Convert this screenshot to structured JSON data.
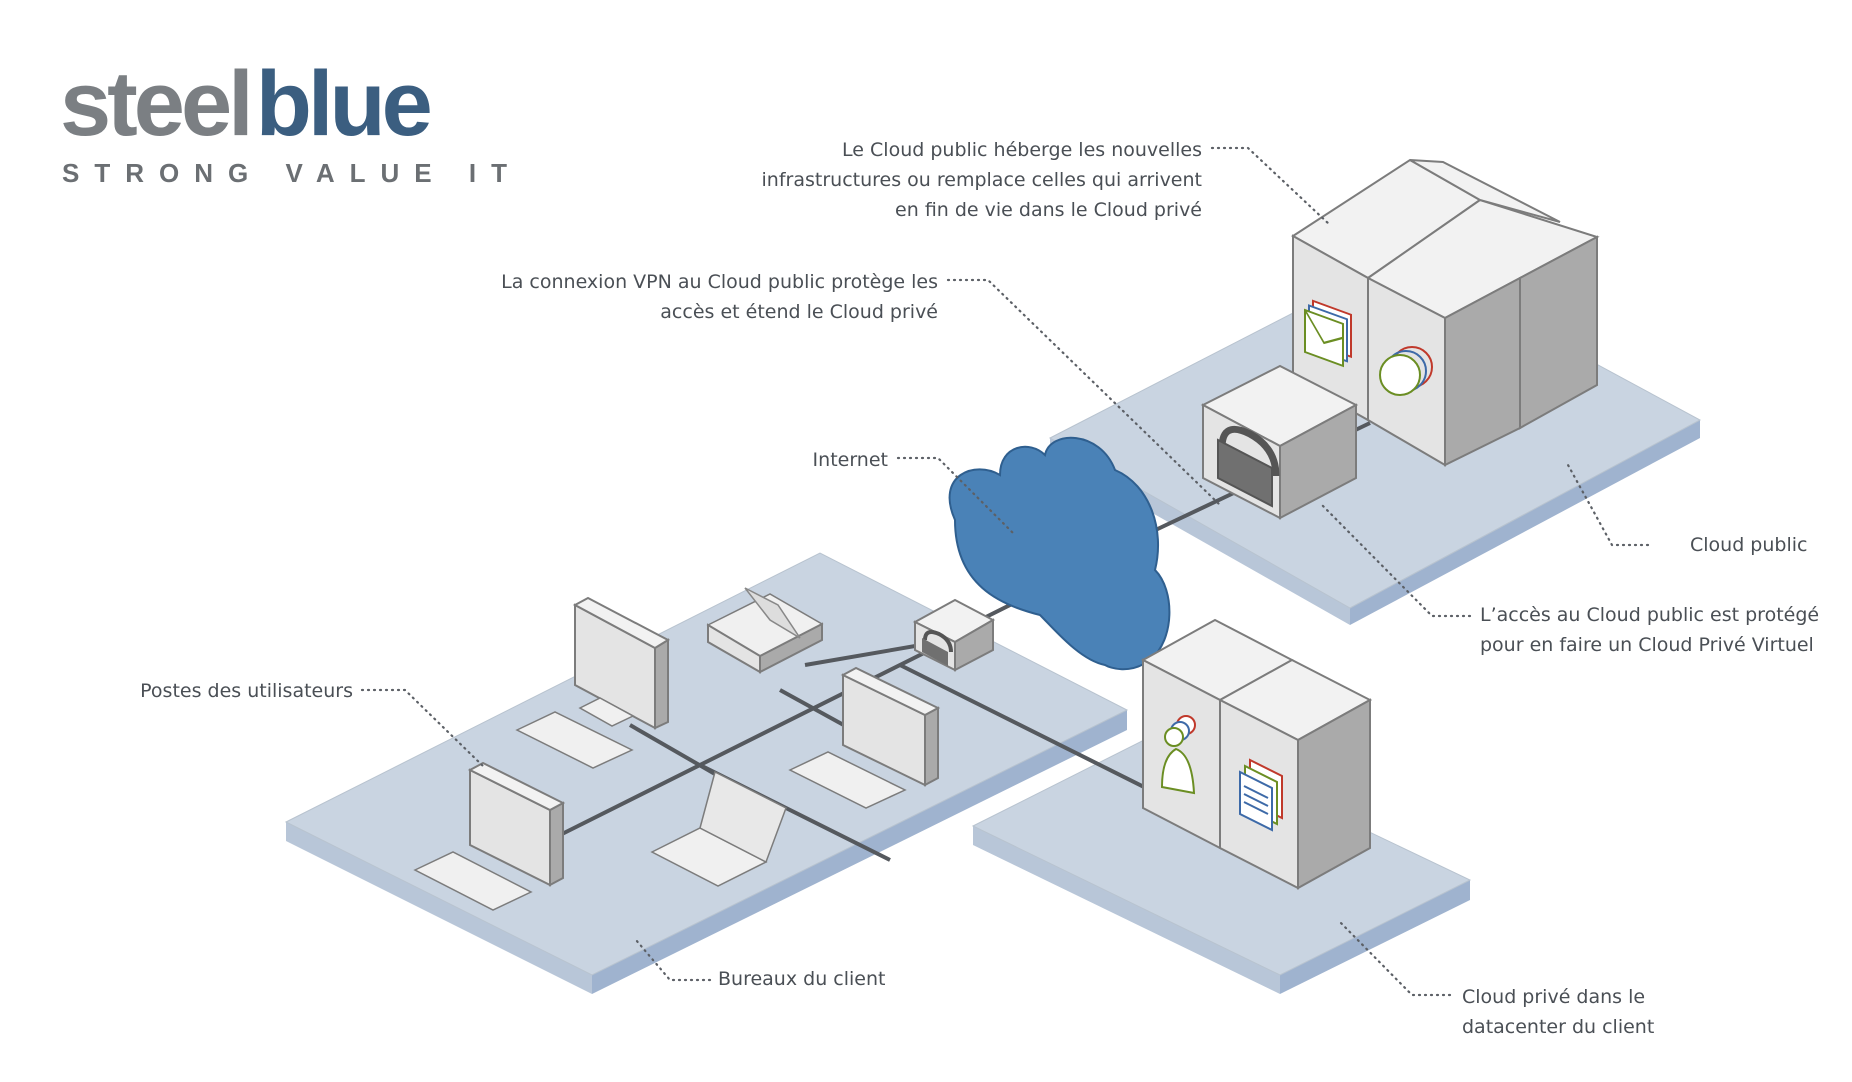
{
  "logo": {
    "word_part1": "steel",
    "word_part2": "blue",
    "tagline": "STRONG VALUE IT",
    "colors": {
      "steel": "#7b7f83",
      "blue": "#3b5e80"
    }
  },
  "callouts": {
    "public_cloud_hosting": {
      "lines": [
        "Le Cloud public héberge les nouvelles",
        "infrastructures ou remplace celles qui arrivent",
        "en fin de vie dans le Cloud privé"
      ]
    },
    "vpn_connection": {
      "lines": [
        "La connexion VPN au Cloud public protège les",
        "accès et étend le Cloud privé"
      ]
    },
    "internet": {
      "lines": [
        "Internet"
      ]
    },
    "public_cloud": {
      "lines": [
        "Cloud public"
      ]
    },
    "protected_access": {
      "lines": [
        "L’accès au Cloud public est protégé",
        "pour en faire un Cloud Privé Virtuel"
      ]
    },
    "user_workstations": {
      "lines": [
        "Postes des utilisateurs"
      ]
    },
    "client_offices": {
      "lines": [
        "Bureaux du client"
      ]
    },
    "private_cloud": {
      "lines": [
        "Cloud privé dans le",
        "datacenter du client"
      ]
    }
  },
  "icons": [
    "envelope-icon",
    "sync-arrows-icon",
    "padlock-icon",
    "users-icon",
    "documents-icon",
    "cloud-icon",
    "monitor-icon",
    "laptop-icon",
    "printer-icon",
    "keyboard-icon",
    "server-rack-icon"
  ],
  "colors": {
    "platform_top": "#c9d4e1",
    "platform_side": "#9fb3cf",
    "cloud": "#4a82b7",
    "server_light": "#e2e2e2",
    "server_dark": "#a9a9a9",
    "text": "#4a4f55",
    "line": "#55595e"
  }
}
